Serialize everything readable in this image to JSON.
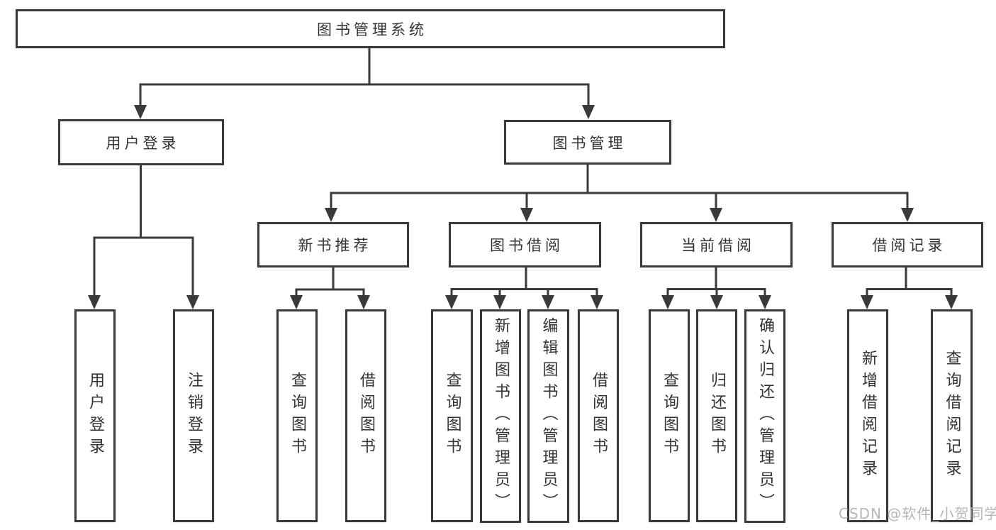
{
  "tree": {
    "label": "图书管理系统",
    "children": [
      {
        "label": "用户登录",
        "children": [
          {
            "label": "用户登录"
          },
          {
            "label": "注销登录"
          }
        ]
      },
      {
        "label": "图书管理",
        "children": [
          {
            "label": "新书推荐",
            "children": [
              {
                "label": "查询图书"
              },
              {
                "label": "借阅图书"
              }
            ]
          },
          {
            "label": "图书借阅",
            "children": [
              {
                "label": "查询图书"
              },
              {
                "label": "新增图书（管理员）"
              },
              {
                "label": "编辑图书（管理员）"
              },
              {
                "label": "借阅图书"
              }
            ]
          },
          {
            "label": "当前借阅",
            "children": [
              {
                "label": "查询图书"
              },
              {
                "label": "归还图书"
              },
              {
                "label": "确认归还（管理员）"
              }
            ]
          },
          {
            "label": "借阅记录",
            "children": [
              {
                "label": "新增借阅记录"
              },
              {
                "label": "查询借阅记录"
              }
            ]
          }
        ]
      }
    ]
  },
  "watermark": {
    "text": "CSDN @软件_小贺同学"
  },
  "colors": {
    "line": "#3a3a3a",
    "text": "#333333",
    "box_background": "#ffffff",
    "page_background": "#ffffff",
    "watermark": "#acacac"
  }
}
